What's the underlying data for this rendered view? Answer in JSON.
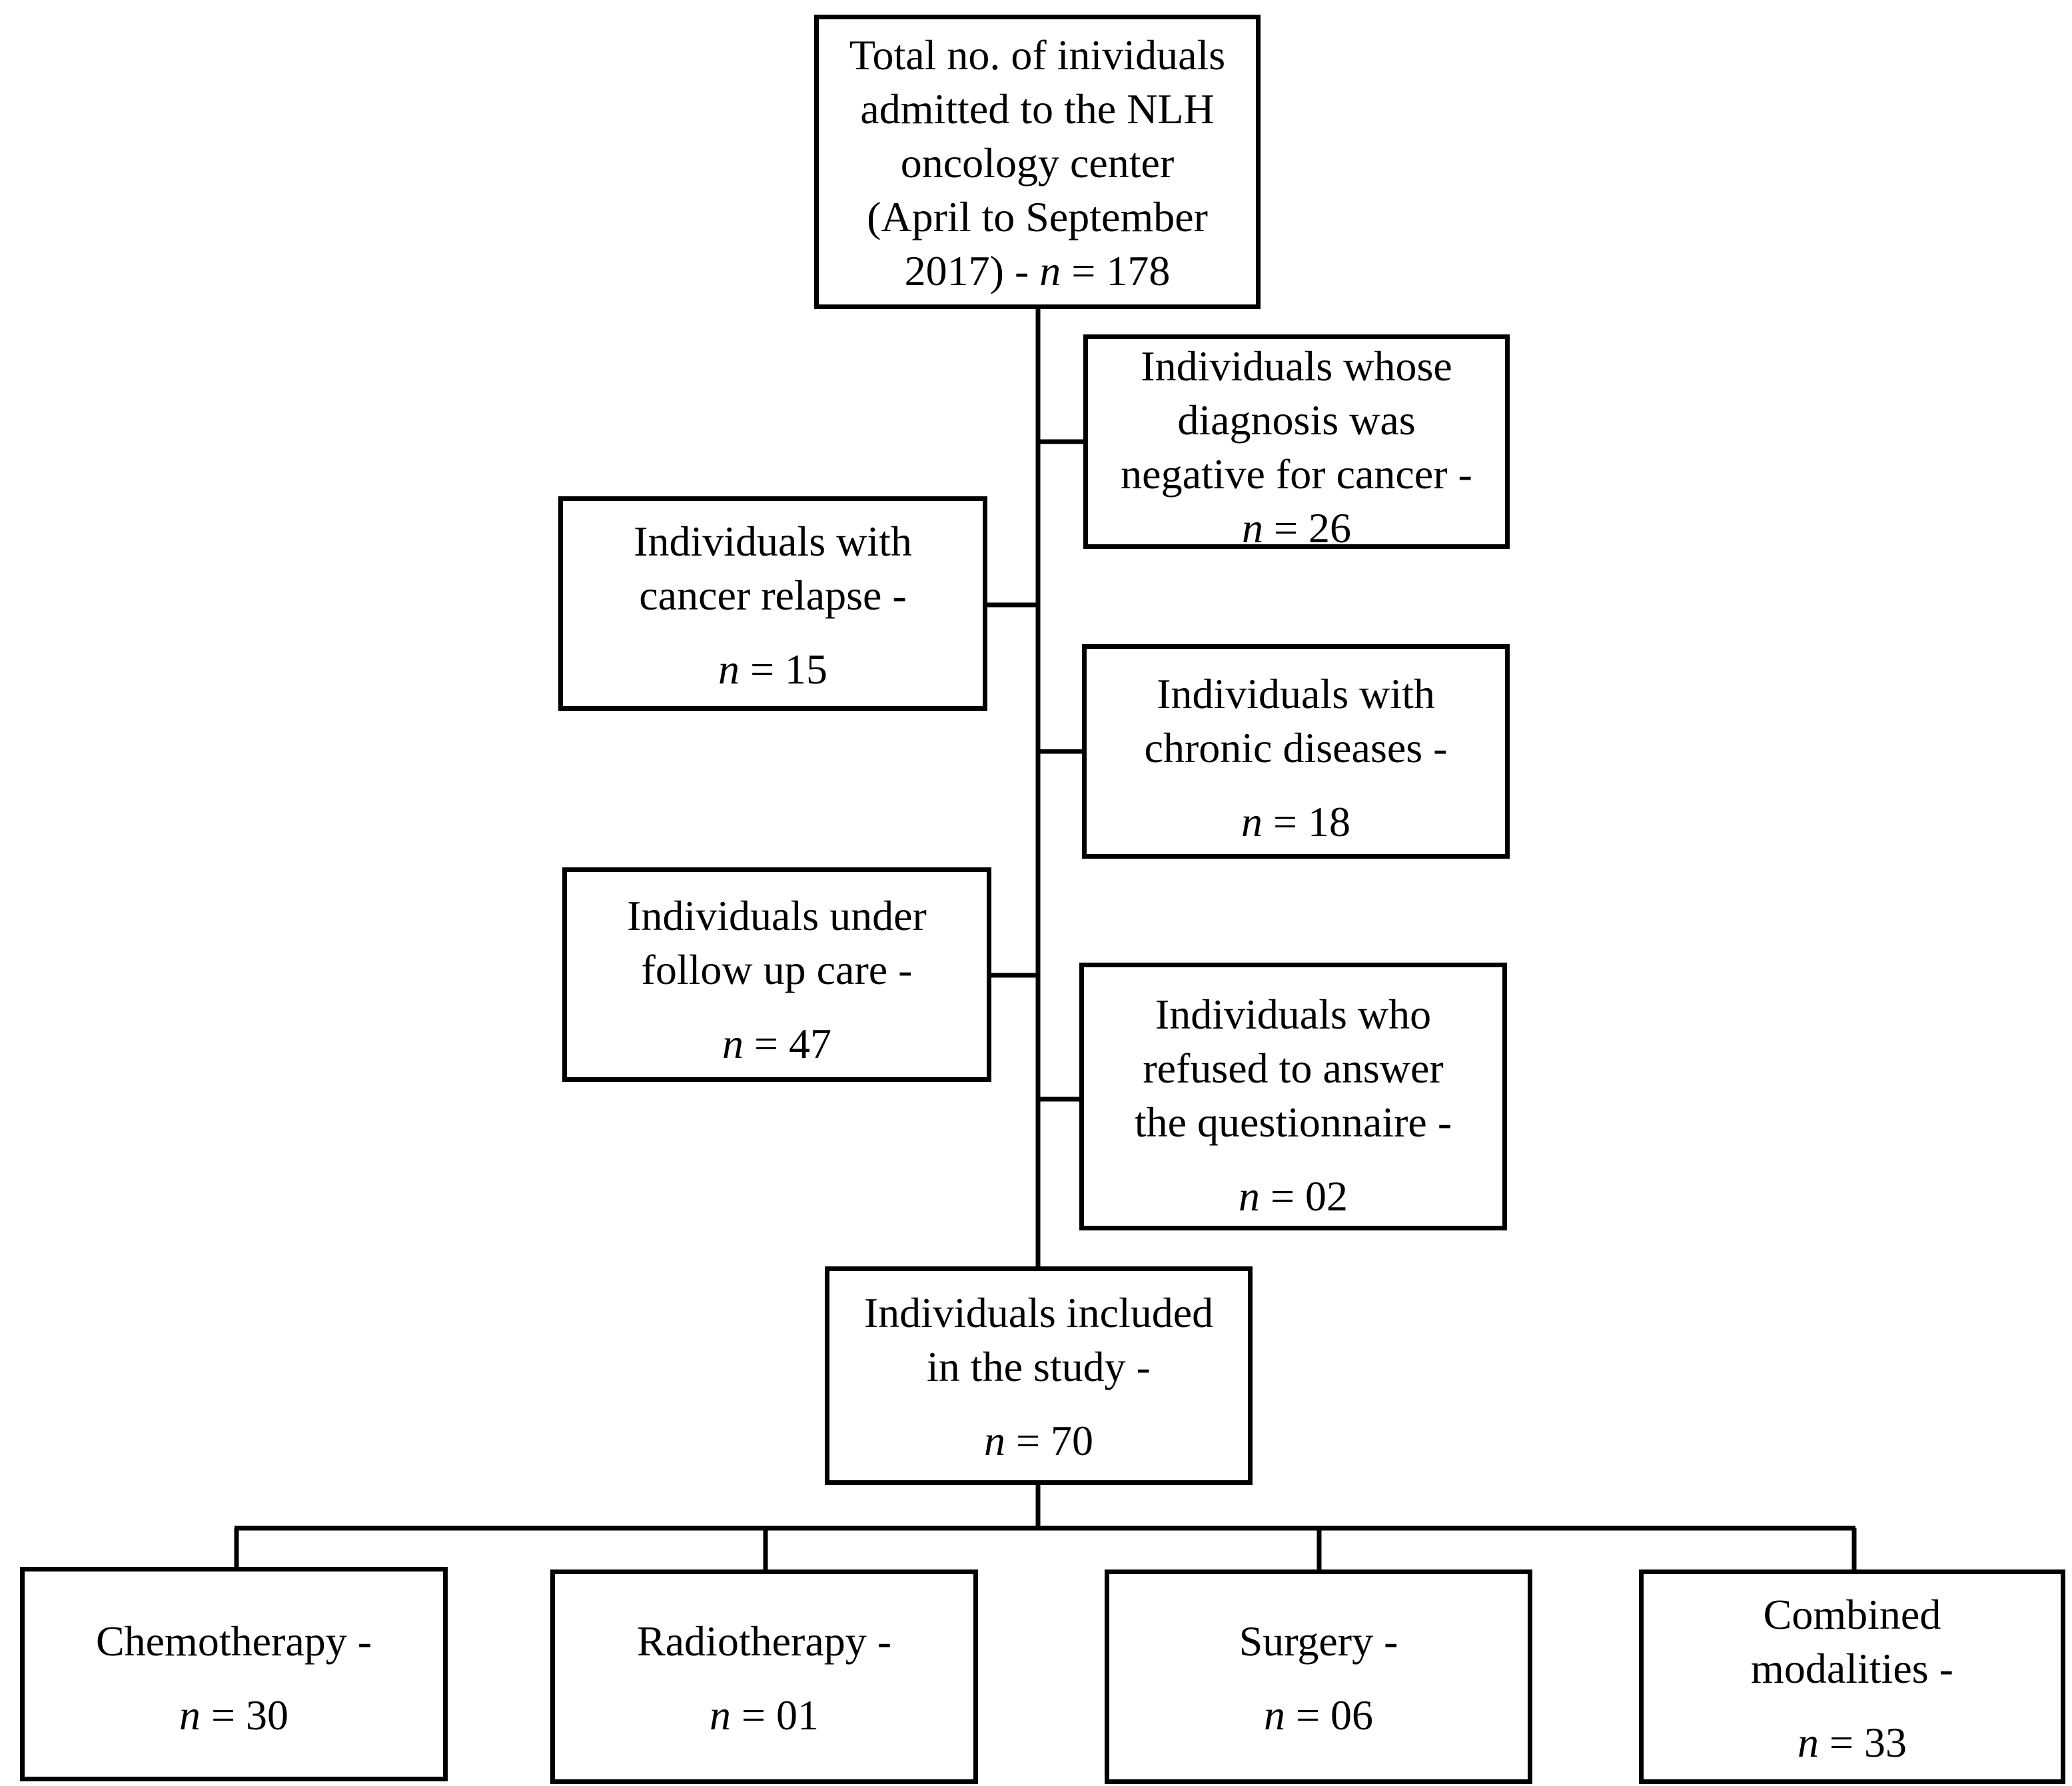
{
  "nodes": {
    "total": {
      "lines": [
        "Total no. of inividuals",
        "admitted to the NLH",
        "oncology center",
        "(April to September"
      ],
      "n_prefix": "2017) - ",
      "n_var": "n",
      "n_value": " = 178"
    },
    "negative": {
      "lines": [
        "Individuals whose",
        "diagnosis was",
        "negative for cancer -"
      ],
      "n_prefix": "",
      "n_var": "n",
      "n_value": " = 26"
    },
    "relapse": {
      "lines": [
        "Individuals with",
        "cancer relapse -"
      ],
      "n_prefix": "",
      "n_var": "n",
      "n_value": " = 15"
    },
    "chronic": {
      "lines": [
        "Individuals with",
        "chronic diseases -"
      ],
      "n_prefix": "",
      "n_var": "n",
      "n_value": " = 18"
    },
    "followup": {
      "lines": [
        "Individuals under",
        "follow up care -"
      ],
      "n_prefix": "",
      "n_var": "n",
      "n_value": " = 47"
    },
    "refused": {
      "lines": [
        "Individuals who",
        "refused to answer",
        "the questionnaire -"
      ],
      "n_prefix": "",
      "n_var": "n",
      "n_value": " = 02"
    },
    "included": {
      "lines": [
        "Individuals included",
        "in the study -"
      ],
      "n_prefix": "",
      "n_var": "n",
      "n_value": " = 70"
    },
    "chemo": {
      "lines": [
        "Chemotherapy -"
      ],
      "n_prefix": "",
      "n_var": "n",
      "n_value": " = 30"
    },
    "radio": {
      "lines": [
        "Radiotherapy -"
      ],
      "n_prefix": "",
      "n_var": "n",
      "n_value": " = 01"
    },
    "surgery": {
      "lines": [
        "Surgery -"
      ],
      "n_prefix": "",
      "n_var": "n",
      "n_value": " = 06"
    },
    "combined": {
      "lines": [
        "Combined",
        "modalities -"
      ],
      "n_prefix": "",
      "n_var": "n",
      "n_value": " = 33"
    }
  }
}
